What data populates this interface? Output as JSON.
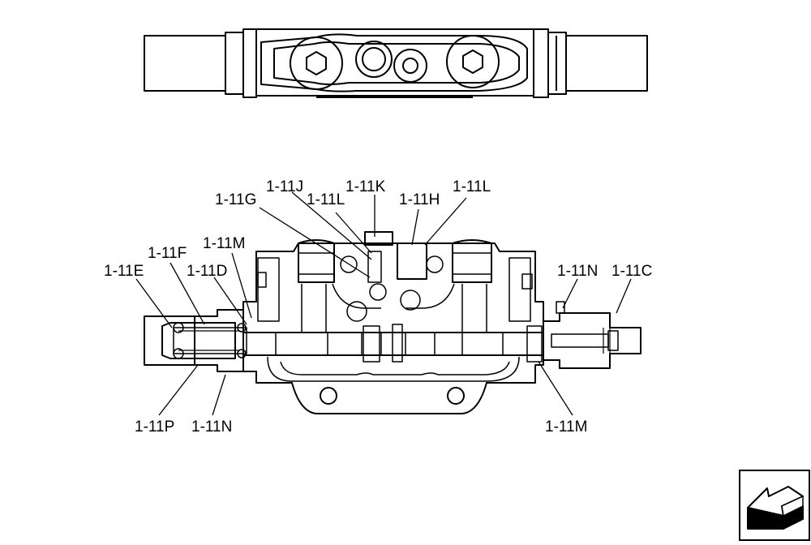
{
  "callouts": {
    "c_11j": "1-11J",
    "c_11k": "1-11K",
    "c_11l_right": "1-11L",
    "c_11g": "1-11G",
    "c_11l_left": "1-11L",
    "c_11h": "1-11H",
    "c_11m_top": "1-11M",
    "c_11f": "1-11F",
    "c_11e": "1-11E",
    "c_11d": "1-11D",
    "c_11n_right": "1-11N",
    "c_11c": "1-11C",
    "c_11p": "1-11P",
    "c_11n_bottom": "1-11N",
    "c_11m_bottom": "1-11M"
  },
  "icons": {
    "nav": "arrow-back-icon"
  }
}
